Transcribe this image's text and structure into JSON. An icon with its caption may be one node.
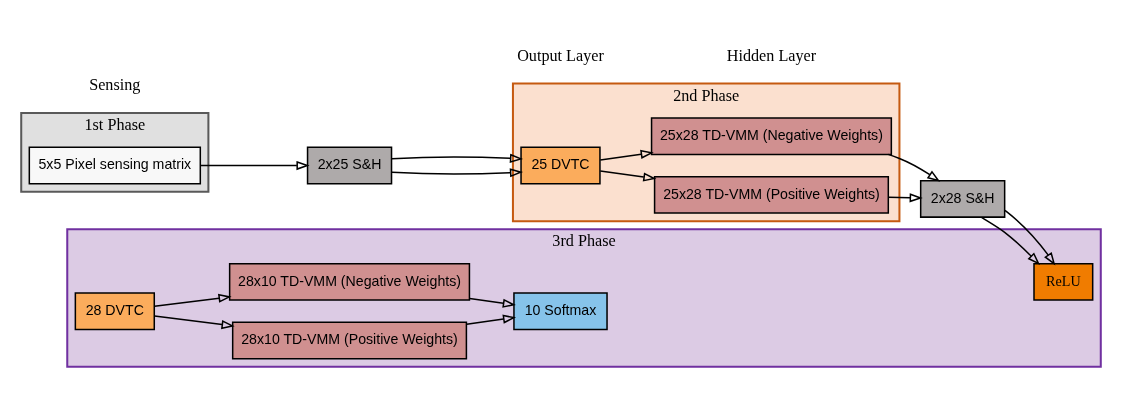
{
  "diagram": {
    "nodes": [
      {
        "text": [
          "1st Phase"
        ]
      },
      {
        "text": [
          "5x5 Pixel sensing matrix"
        ],
        "in": 0
      },
      {
        "text": [
          "2x25 S&H"
        ]
      },
      {
        "text": [
          "2nd Phase"
        ]
      },
      {
        "text": [
          "25 DVTC"
        ],
        "in": 3
      },
      {
        "text": [
          "25x28 TD-VMM (Positive Weights)"
        ],
        "in": 3
      },
      {
        "text": [
          "25x28 TD-VMM (Negative Weights)"
        ],
        "in": 3
      },
      {
        "text": [
          "2x28 S&H"
        ]
      },
      {
        "text": [
          "3rd Phase"
        ]
      },
      {
        "text": [
          "ReLU"
        ],
        "in": 8
      },
      {
        "text": [
          "28 DVTC"
        ],
        "in": 8
      },
      {
        "text": [
          "28x10 TD-VMM (Positive Weights)"
        ],
        "in": 8
      },
      {
        "text": [
          "28x10 TD-VMM (Negative Weights)"
        ],
        "in": 8
      },
      {
        "text": [
          "10 Softmax"
        ],
        "in": 8
      }
    ],
    "edges": [
      {
        "from": 1,
        "to": 2,
        "arrow": "to"
      },
      {
        "from": 2,
        "to": 4,
        "arrow": "to"
      },
      {
        "from": 2,
        "to": 4,
        "arrow": "to"
      },
      {
        "from": 4,
        "to": 5,
        "arrow": "to"
      },
      {
        "from": 4,
        "to": 6,
        "arrow": "to"
      },
      {
        "from": 5,
        "to": 7,
        "arrow": "to"
      },
      {
        "from": 6,
        "to": 7,
        "arrow": "to"
      },
      {
        "from": 7,
        "to": 9,
        "arrow": "to"
      },
      {
        "from": 7,
        "to": 9,
        "arrow": "to"
      },
      {
        "from": 10,
        "to": 11,
        "arrow": "to"
      },
      {
        "from": 10,
        "to": 12,
        "arrow": "to"
      },
      {
        "from": 11,
        "to": 13,
        "arrow": "to"
      },
      {
        "from": 12,
        "to": 13,
        "arrow": "to"
      }
    ],
    "labels": [
      "Sensing",
      "Hidden Layer",
      "Output Layer"
    ]
  }
}
